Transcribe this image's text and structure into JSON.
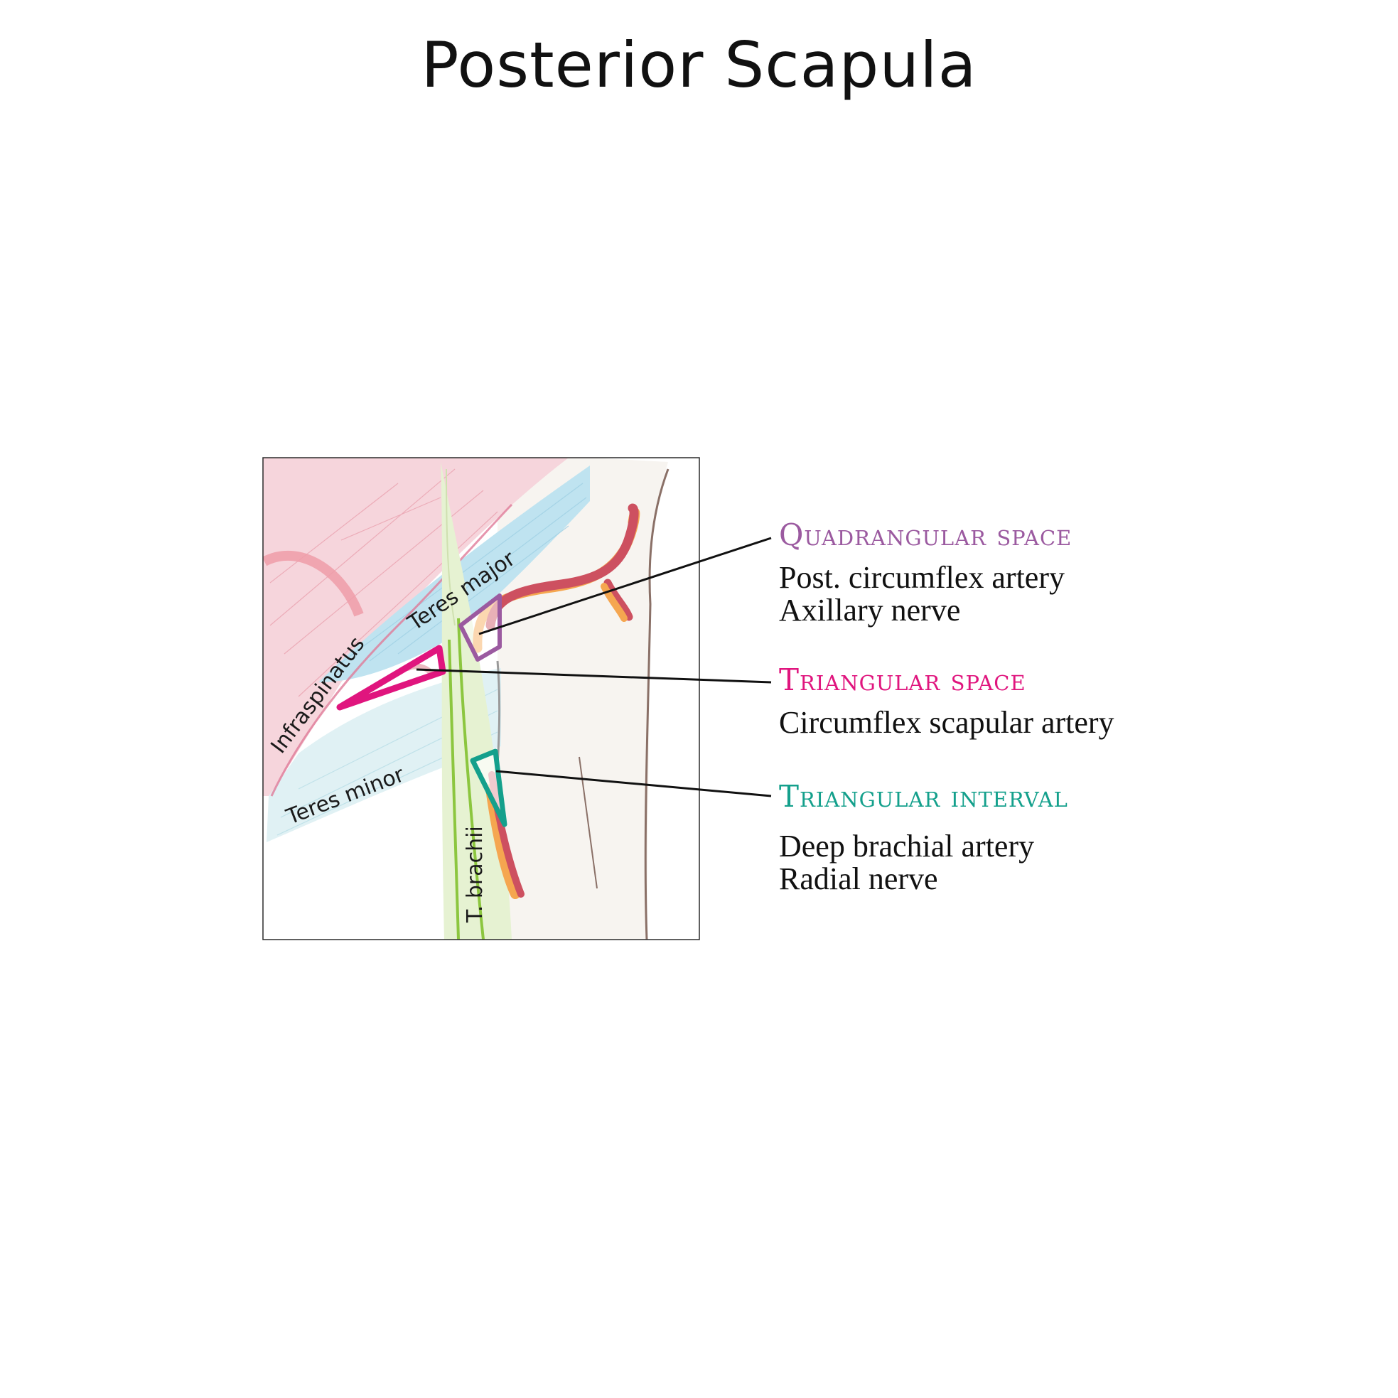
{
  "title": "Posterior Scapula",
  "muscles": {
    "infraspinatus": "Infraspinatus",
    "teres_major": "Teres major",
    "teres_minor": "Teres minor",
    "triceps": "T. brachii"
  },
  "spaces": [
    {
      "name": "Quadrangular space",
      "color": "#9b5aa0",
      "contents": [
        "Post. circumflex artery",
        "Axillary nerve"
      ]
    },
    {
      "name": "Triangular space",
      "color": "#e0157e",
      "contents": [
        "Circumflex scapular artery"
      ]
    },
    {
      "name": "Triangular interval",
      "color": "#14a08c",
      "contents": [
        "Deep brachial artery",
        "Radial nerve"
      ]
    }
  ],
  "colors": {
    "infraspinatus": "#f6d5dc",
    "teres_major": "#bfe3f0",
    "teres_minor": "#e0f1f4",
    "triceps": "#e6f2d2",
    "humerus": "#f7f4f0",
    "artery": "#cd5060",
    "nerve": "#f5a650"
  }
}
